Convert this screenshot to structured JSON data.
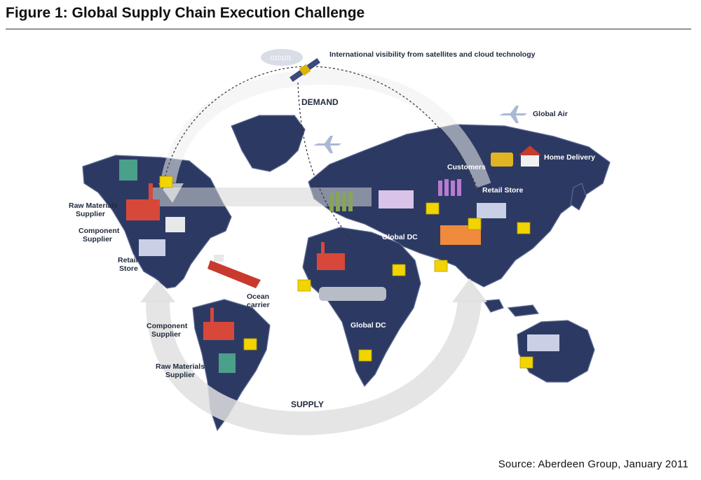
{
  "title": "Figure 1: Global Supply Chain Execution Challenge",
  "source": "Source: Aberdeen Group, January 2011",
  "labels": {
    "satellite": "International visibility from satellites and cloud technology",
    "cloud_binary": "010101",
    "demand": "DEMAND",
    "supply": "SUPPLY",
    "global_air": "Global Air",
    "home_delivery": "Home Delivery",
    "customers": "Customers",
    "retail_store_asia": "Retail Store",
    "global_dc_asia": "Global DC",
    "global_dc_africa": "Global DC",
    "ocean_carrier_1": "Ocean",
    "ocean_carrier_2": "carrier",
    "raw_materials_na_1": "Raw Materials",
    "raw_materials_na_2": "Supplier",
    "component_na_1": "Component",
    "component_na_2": "Supplier",
    "retail_na_1": "Retail",
    "retail_na_2": "Store",
    "component_sa_1": "Component",
    "component_sa_2": "Supplier",
    "raw_materials_sa_1": "Raw Materials",
    "raw_materials_sa_2": "Supplier"
  },
  "colors": {
    "continent": "#2c3a63",
    "continent_edge": "#5b6a93",
    "flow_arrow": "#e6e6e6",
    "box": "#f2d400",
    "factory": "#d8483a",
    "dc_orange": "#f08a3c",
    "rule": "#333333"
  }
}
